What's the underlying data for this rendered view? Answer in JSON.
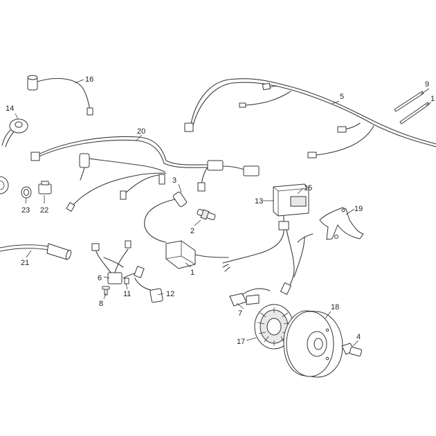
{
  "diagram": {
    "callouts": [
      {
        "id": "c1a",
        "text": "1"
      },
      {
        "id": "c1b",
        "text": "1"
      },
      {
        "id": "c2",
        "text": "2"
      },
      {
        "id": "c3",
        "text": "3"
      },
      {
        "id": "c4",
        "text": "4"
      },
      {
        "id": "c5",
        "text": "5"
      },
      {
        "id": "c6",
        "text": "6"
      },
      {
        "id": "c7",
        "text": "7"
      },
      {
        "id": "c8",
        "text": "8"
      },
      {
        "id": "c9",
        "text": "9"
      },
      {
        "id": "c11",
        "text": "11"
      },
      {
        "id": "c12",
        "text": "12"
      },
      {
        "id": "c13",
        "text": "13"
      },
      {
        "id": "c14",
        "text": "14"
      },
      {
        "id": "c15",
        "text": "15"
      },
      {
        "id": "c16",
        "text": "16"
      },
      {
        "id": "c17",
        "text": "17"
      },
      {
        "id": "c18",
        "text": "18"
      },
      {
        "id": "c19",
        "text": "19"
      },
      {
        "id": "c20",
        "text": "20"
      },
      {
        "id": "c21",
        "text": "21"
      },
      {
        "id": "c22",
        "text": "22"
      },
      {
        "id": "c23",
        "text": "23"
      }
    ]
  },
  "colors": {
    "line": "#333333",
    "background": "#ffffff"
  }
}
